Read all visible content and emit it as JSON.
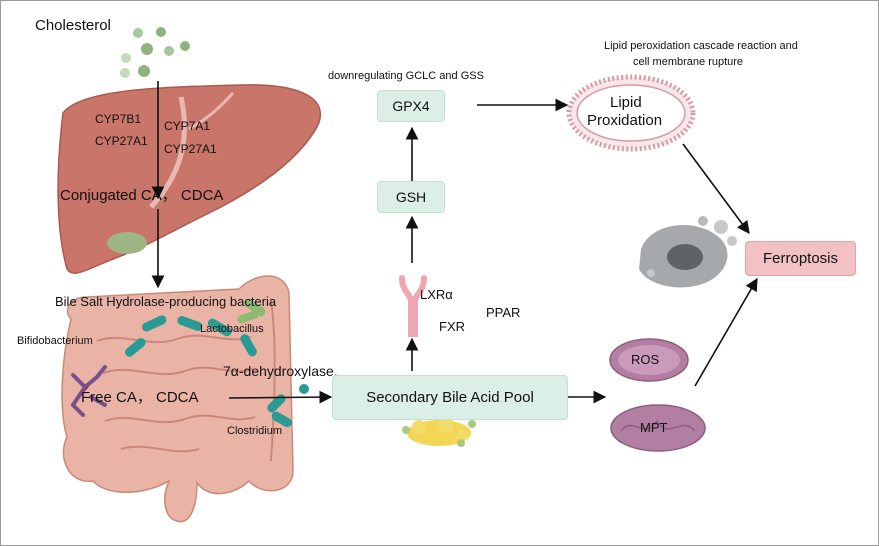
{
  "labels": {
    "cholesterol": "Cholesterol",
    "cyp7b1": "CYP7B1",
    "cyp27a1_left": "CYP27A1",
    "cyp7a1": "CYP7A1",
    "cyp27a1_right": "CYP27A1",
    "conjugated": "Conjugated CA， CDCA",
    "bsh_bacteria": "Bile Salt Hydrolase-producing bacteria",
    "bifidobacterium": "Bifidobacterium",
    "lactobacillus": "Lactobacillus",
    "dehydroxylase": "7α-dehydroxylase.",
    "free_ca": "Free CA， CDCA",
    "clostridium": "Clostridium",
    "downregulating": "downregulating GCLC and GSS",
    "lxra": "LXRα",
    "fxr": "FXR",
    "ppar": "PPAR",
    "ros": "ROS",
    "mpt": "MPT",
    "lipid_cascade_line1": "Lipid peroxidation cascade reaction and",
    "lipid_cascade_line2": "cell membrane rupture",
    "lipid_line1": "Lipid",
    "lipid_line2": "Proxidation"
  },
  "boxes": {
    "gpx4": "GPX4",
    "gsh": "GSH",
    "secondary_pool": "Secondary Bile Acid Pool",
    "ferroptosis": "Ferroptosis"
  },
  "colors": {
    "liver": "#c9756a",
    "intestine": "#e9b3a6",
    "green_box": "#dcefe6",
    "ferroptosis_box": "#f2c1c4",
    "organelle": "#b27fa2"
  }
}
